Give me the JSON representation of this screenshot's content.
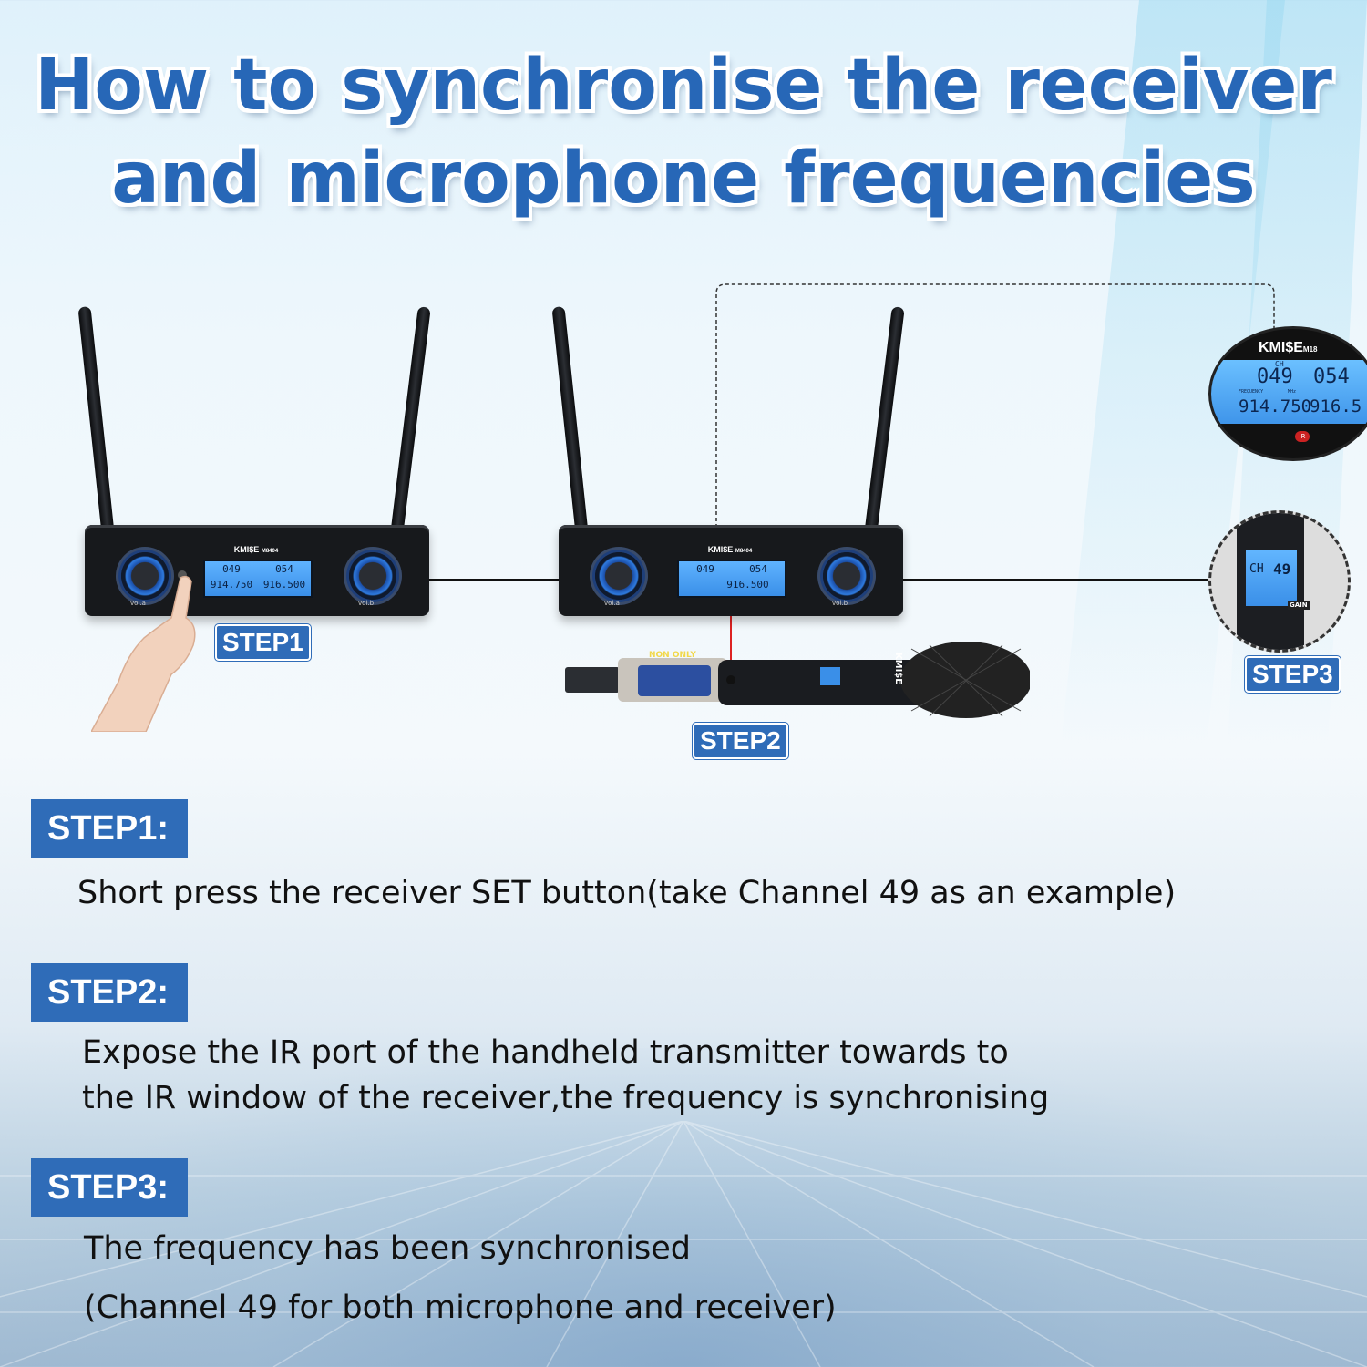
{
  "title": {
    "line1": "How to synchronise the receiver",
    "line2": "and microphone frequencies"
  },
  "illustration": {
    "tags": {
      "step1": "STEP1",
      "step2": "STEP2",
      "step3": "STEP3"
    },
    "receiver": {
      "brand": "KMI$E",
      "model": "M8404",
      "left_channel": "049",
      "right_channel": "054",
      "left_freq": "914.750",
      "right_freq": "916.500",
      "left_knob_label": "vol.a",
      "right_knob_label": "vol.b"
    },
    "zoom_receiver": {
      "brand": "KMI$E",
      "model": "M18",
      "ch_label": "CH",
      "ch_left": "049",
      "ch_right": "054",
      "freq_label": "FREQUENCY",
      "unit": "MHz",
      "freq_left": "914.750",
      "freq_right": "916.5",
      "ir": "IR"
    },
    "zoom_mic": {
      "ch_label": "CH",
      "ch_value": "49",
      "gain": "GAIN"
    },
    "mic": {
      "brand": "KMI$E",
      "battery_text": "NON ONLY"
    }
  },
  "steps": [
    {
      "label": "STEP1:",
      "lines": [
        "Short press the receiver SET button(take Channel 49 as an example)"
      ]
    },
    {
      "label": "STEP2:",
      "lines": [
        "Expose the IR port of the handheld transmitter towards to",
        "the IR window of the receiver,the frequency  is synchronising"
      ]
    },
    {
      "label": "STEP3:",
      "lines": [
        "The frequency has been synchronised",
        "(Channel 49 for both microphone and receiver)"
      ]
    }
  ],
  "colors": {
    "title_blue": "#2767b7",
    "step_blue": "#2f6cb8",
    "lcd_blue": "#4aa3f5"
  }
}
